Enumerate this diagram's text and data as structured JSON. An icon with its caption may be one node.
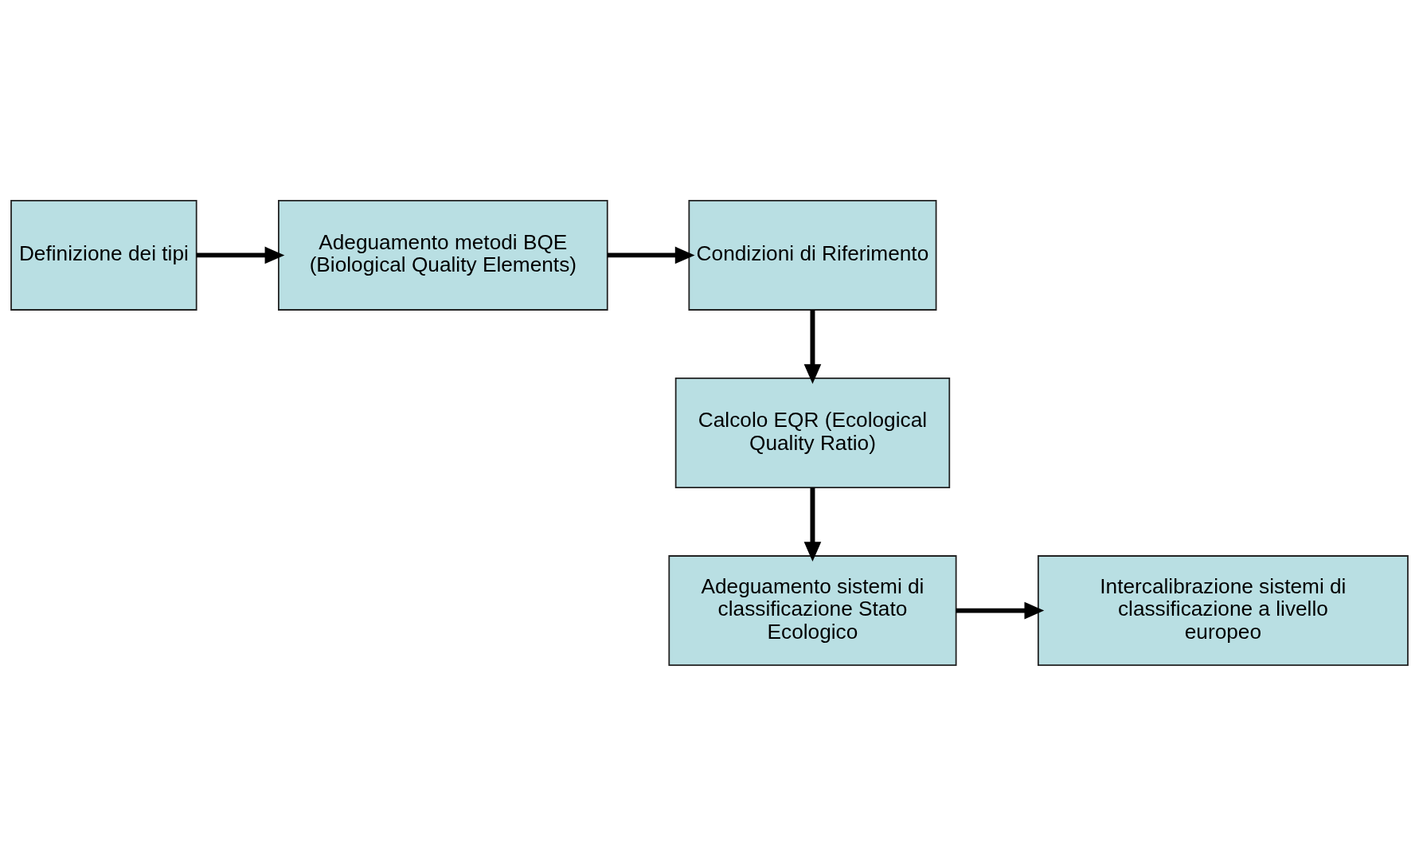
{
  "diagram": {
    "nodes": [
      {
        "text": [
          "Definizione dei tipi"
        ]
      },
      {
        "text": [
          "Adeguamento metodi BQE (Biological Quality Elements)"
        ]
      },
      {
        "text": [
          "Condizioni di Riferimento"
        ]
      },
      {
        "text": [
          "Calcolo EQR (Ecological Quality Ratio)"
        ]
      },
      {
        "text": [
          "Adeguamento sistemi di classificazione Stato Ecologico"
        ]
      },
      {
        "text": [
          "Intercalibrazione sistemi di classificazione a livello europeo"
        ]
      }
    ],
    "edges": [
      {
        "from": 0,
        "to": 1,
        "arrow": "to"
      },
      {
        "from": 1,
        "to": 2,
        "arrow": "to"
      },
      {
        "from": 2,
        "to": 3,
        "arrow": "to"
      },
      {
        "from": 3,
        "to": 4,
        "arrow": "to"
      },
      {
        "from": 4,
        "to": 5,
        "arrow": "to"
      }
    ]
  }
}
